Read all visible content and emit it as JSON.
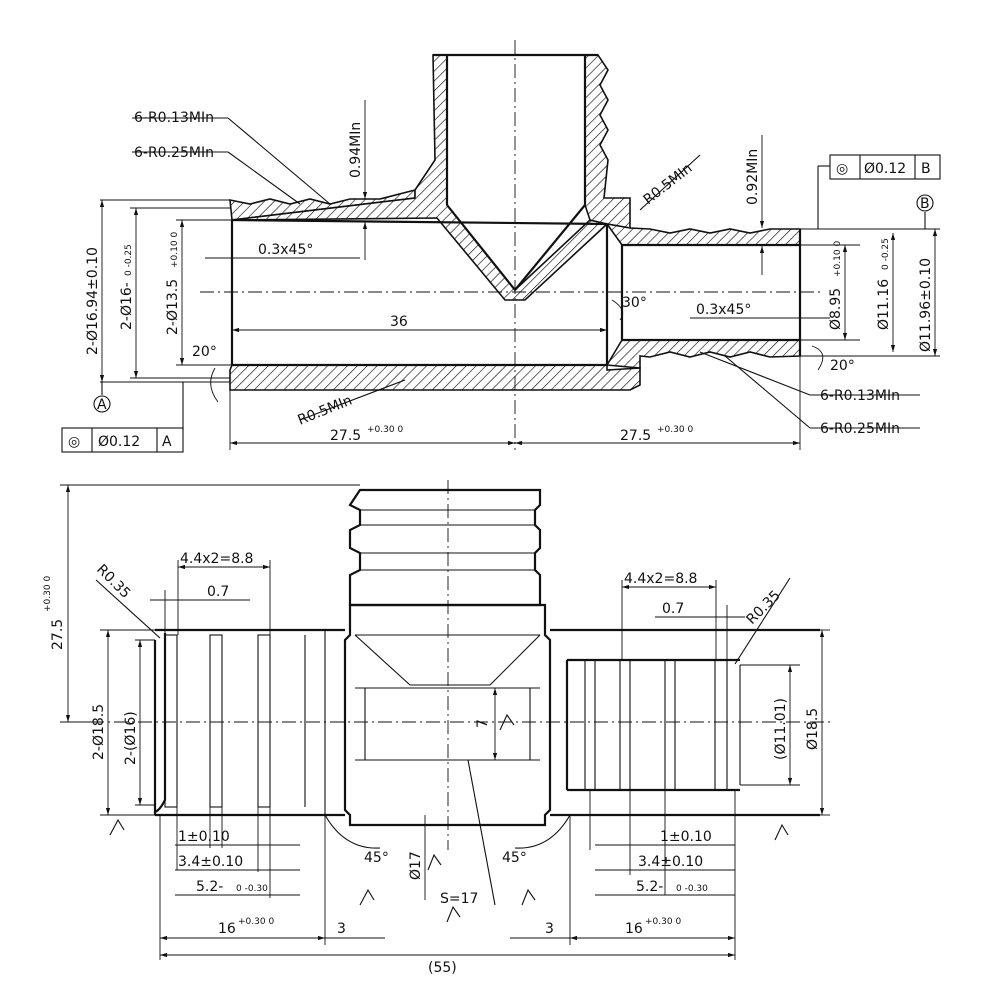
{
  "top_view": {
    "radius_013_left": "6-R0.13MIn",
    "radius_025_left": "6-R0.25MIn",
    "wall_094": "0.94MIn",
    "radius_05_top": "R0.5MIn",
    "wall_092": "0.92MIn",
    "tol_b_box": {
      "symbol": "◎",
      "value": "Ø0.12",
      "datum": "B"
    },
    "datum_b": "B",
    "dia_1694": "2-Ø16.94±0.10",
    "dia_16": "2-Ø16-",
    "dia_16_tol": "0 -0.25",
    "dia_135": "2-Ø13.5",
    "dia_135_tol": "+0.10 0",
    "chamfer_left": "0.3x45°",
    "len_36": "36",
    "angle_20_left": "20°",
    "datum_a": "A",
    "tol_a_box": {
      "symbol": "◎",
      "value": "Ø0.12",
      "datum": "A"
    },
    "radius_05_bottom": "R0.5MIn",
    "len_275_left": "27.5",
    "len_275_right": "27.5",
    "tol_plus030": "+0.30 0",
    "angle_30": "30°",
    "chamfer_right": "0.3x45°",
    "dia_895": "Ø8.95",
    "dia_895_tol": "+0.10 0",
    "dia_1116": "Ø11.16",
    "dia_1116_tol": "0 -0.25",
    "dia_1196": "Ø11.96±0.10",
    "angle_20_right": "20°",
    "radius_013_right": "6-R0.13MIn",
    "radius_025_right": "6-R0.25MIn"
  },
  "front_view": {
    "height_275": "27.5",
    "height_275_tol": "+0.30 0",
    "r035_left": "R0.35",
    "pitch_left": "4.4x2=8.8",
    "w07_left": "0.7",
    "pitch_right": "4.4x2=8.8",
    "w07_right": "0.7",
    "r035_right": "R0.35",
    "dia_185_left": "2-Ø18.5",
    "dia_16_left": "2-(Ø16)",
    "dim_7": "7",
    "dia_1101": "(Ø11.01)",
    "dia_185_right": "Ø18.5",
    "d1_left": "1±0.10",
    "d34_left": "3.4±0.10",
    "d52_left": "5.2-",
    "d52_tol": "0 -0.30",
    "d16_left": "16",
    "d16_tol": "+0.30 0",
    "gap3_left": "3",
    "angle45_left": "45°",
    "dia_17": "Ø17",
    "s17": "S=17",
    "angle45_right": "45°",
    "d1_right": "1±0.10",
    "d34_right": "3.4±0.10",
    "d52_right": "5.2-",
    "d16_right": "16",
    "gap3_right": "3",
    "overall_55": "(55)"
  }
}
